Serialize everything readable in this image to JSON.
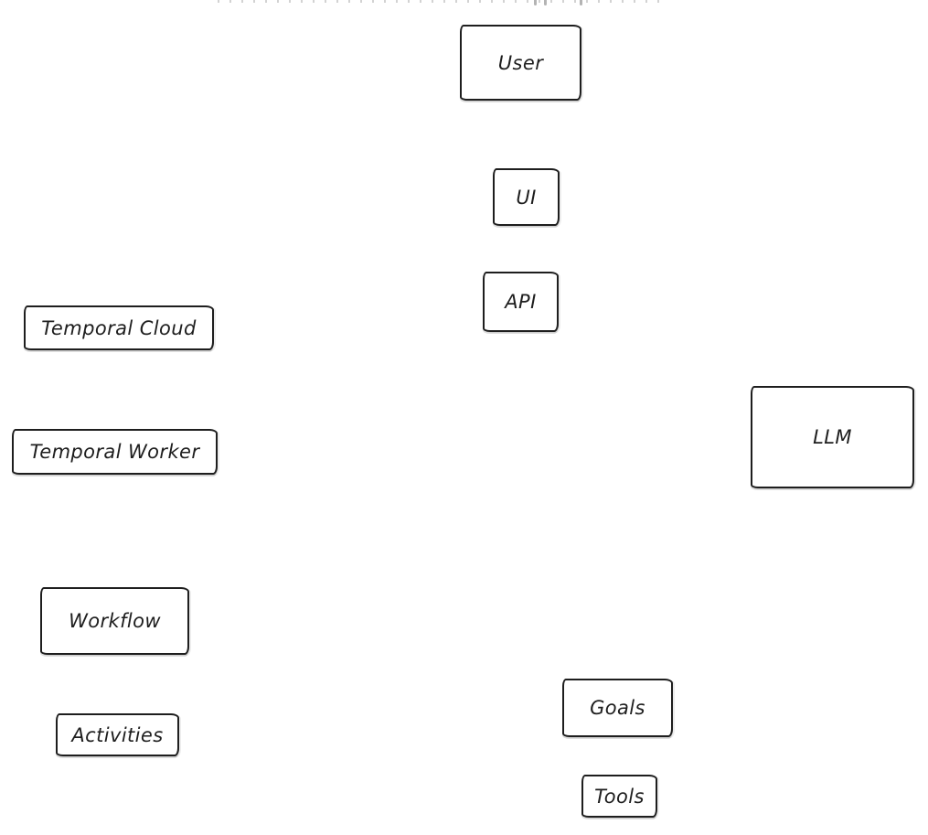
{
  "diagram": {
    "background_color": "#ffffff",
    "stroke_color": "#1e1e1e",
    "style": "hand-drawn whiteboard (excalidraw-like) boxes, no connectors visible",
    "nodes": {
      "user": {
        "label": "User"
      },
      "ui": {
        "label": "UI"
      },
      "api": {
        "label": "API"
      },
      "temporal_cloud": {
        "label": "Temporal Cloud"
      },
      "temporal_worker": {
        "label": "Temporal Worker"
      },
      "llm": {
        "label": "LLM"
      },
      "workflow": {
        "label": "Workflow"
      },
      "activities": {
        "label": "Activities"
      },
      "goals": {
        "label": "Goals"
      },
      "tools": {
        "label": "Tools"
      }
    }
  }
}
